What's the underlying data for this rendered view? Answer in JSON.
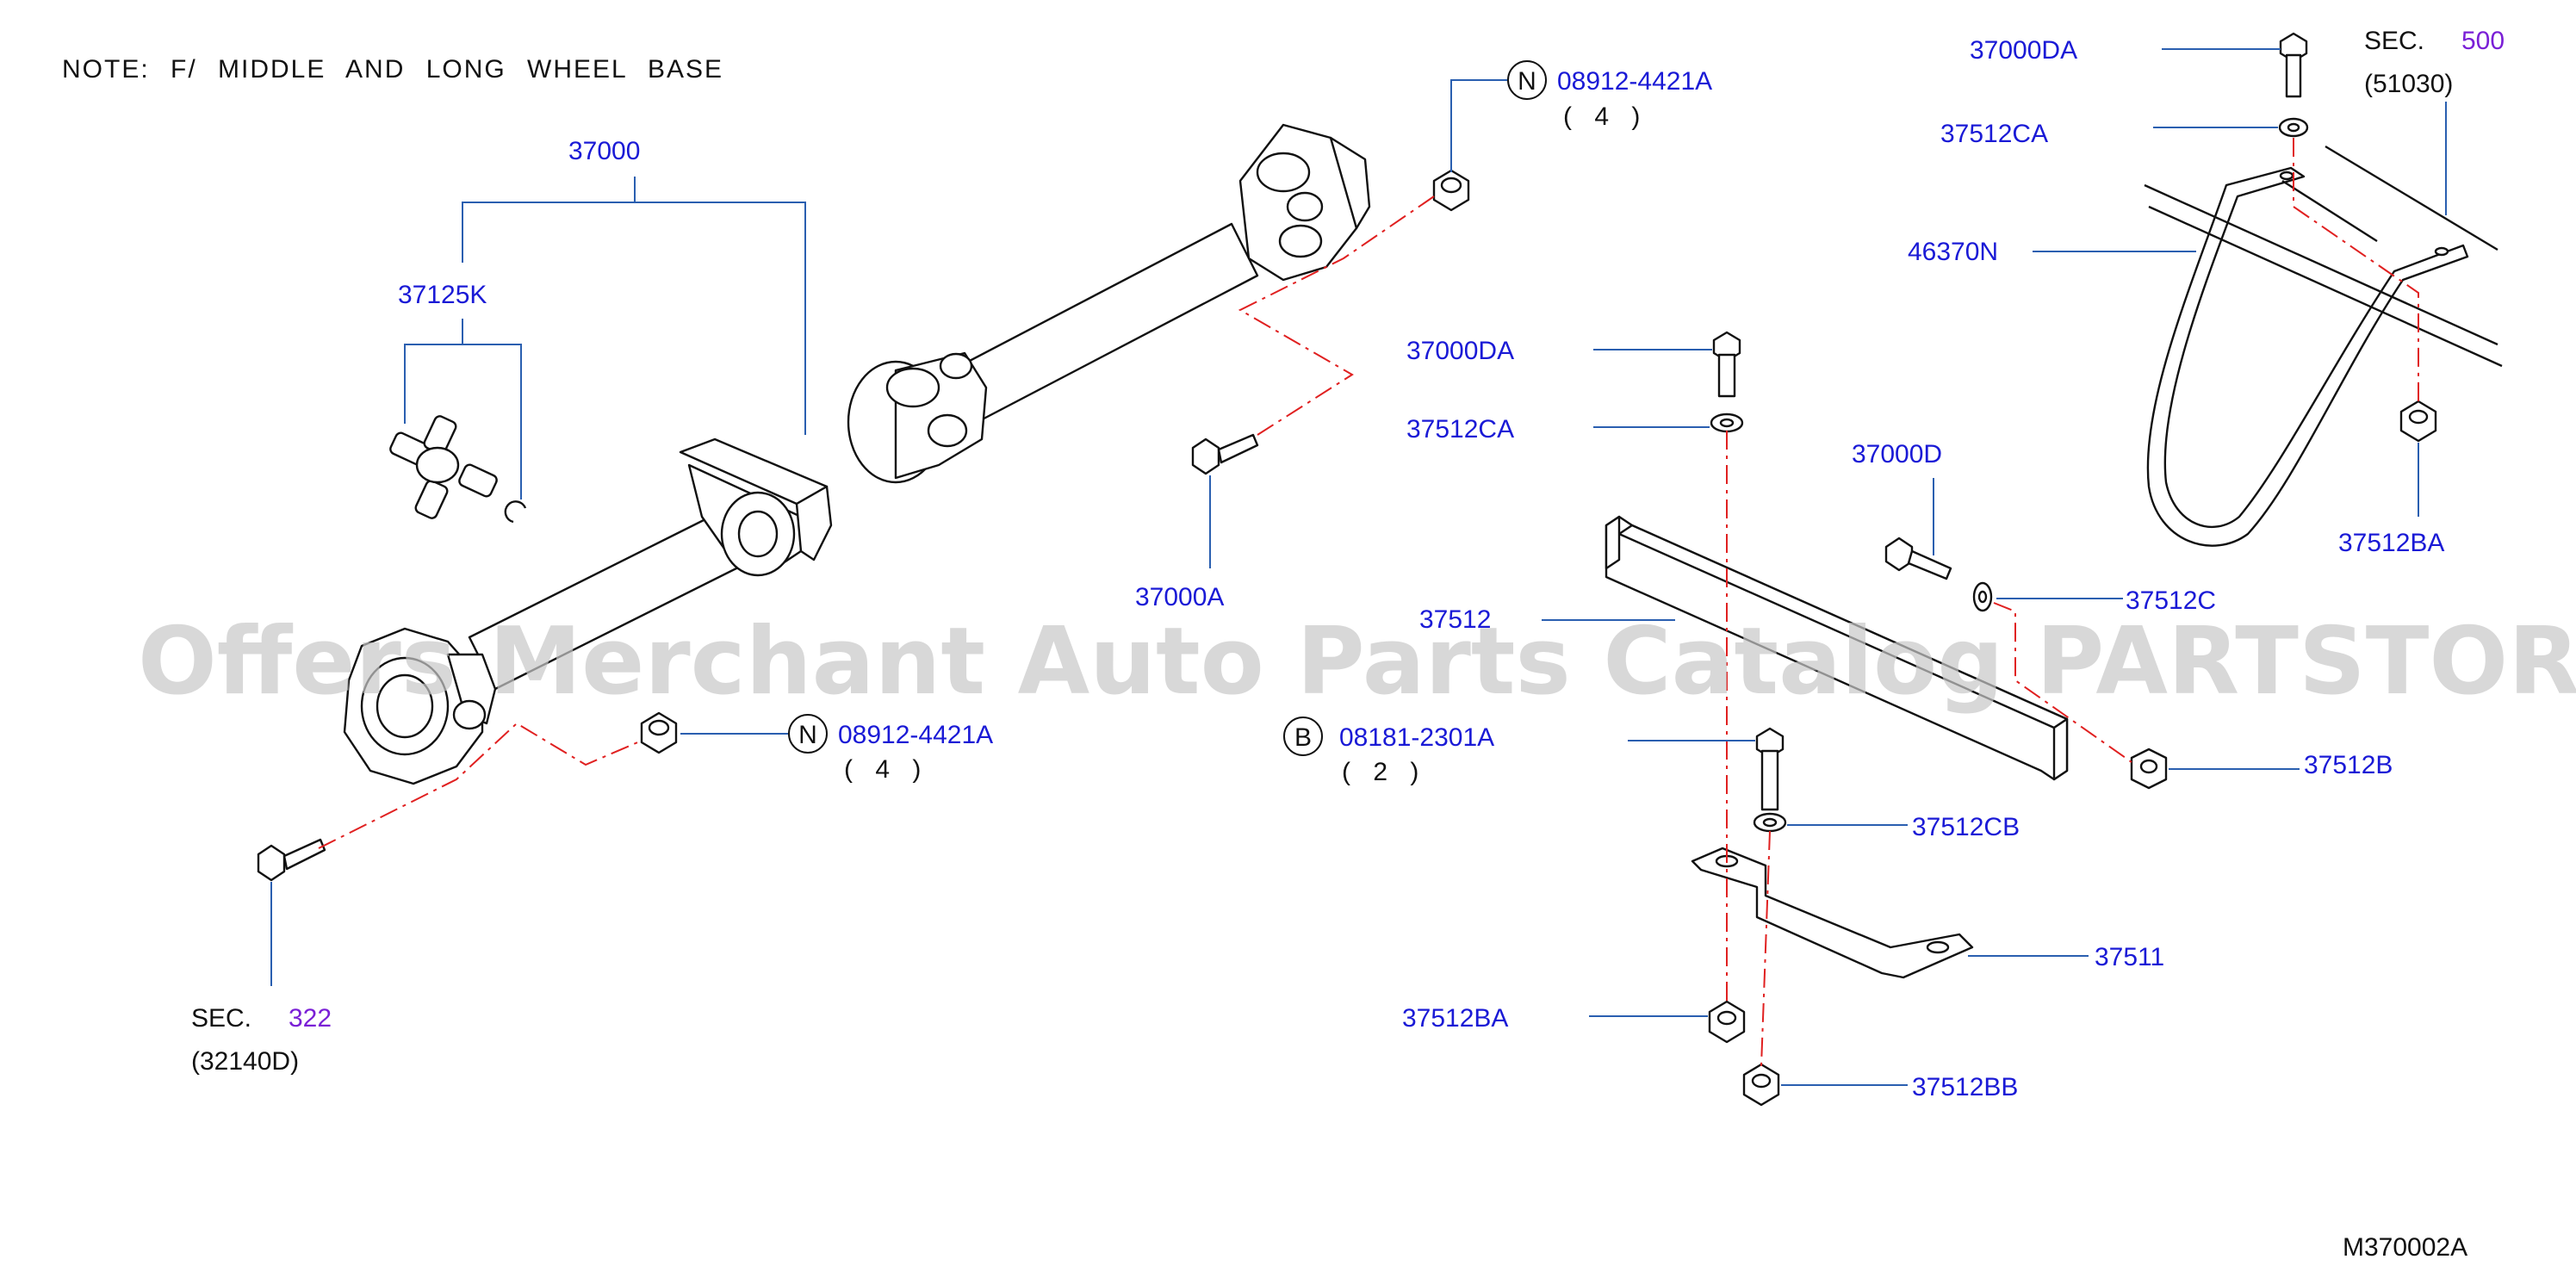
{
  "note": "NOTE:  F/  MIDDLE  AND  LONG  WHEEL  BASE",
  "watermark": "Offers Merchant Auto Parts Catalog PARTSTORE.SA",
  "diagram_code": "M370002A",
  "callouts": {
    "p37000": "37000",
    "p37125k": "37125K",
    "p37000a": "37000A",
    "p37000da_top": "37000DA",
    "p37512ca_top": "37512CA",
    "p46370n": "46370N",
    "p37512ba_right": "37512BA",
    "p37000da_mid": "37000DA",
    "p37512ca_mid": "37512CA",
    "p37000d": "37000D",
    "p37512": "37512",
    "p37512c": "37512C",
    "p37512b": "37512B",
    "p37512cb": "37512CB",
    "p37511": "37511",
    "p37512ba_low": "37512BA",
    "p37512bb": "37512BB"
  },
  "standard_parts": {
    "nut_top": {
      "symbol": "N",
      "part_no": "08912-4421A",
      "qty": "( 4 )"
    },
    "nut_low": {
      "symbol": "N",
      "part_no": "08912-4421A",
      "qty": "( 4 )"
    },
    "bolt_b": {
      "symbol": "B",
      "part_no": "08181-2301A",
      "qty": "( 2 )"
    }
  },
  "section_refs": {
    "sec500": {
      "prefix": "SEC.",
      "number": "500",
      "sub": "(51030)"
    },
    "sec322": {
      "prefix": "SEC.",
      "number": "322",
      "sub": "(32140D)"
    }
  },
  "colors": {
    "callout_text": "#1a1ad6",
    "section_link": "#7a1fd6",
    "leader_line": "#2a5fb0",
    "centerline": "#e02020",
    "watermark": "#c8c8c8"
  }
}
